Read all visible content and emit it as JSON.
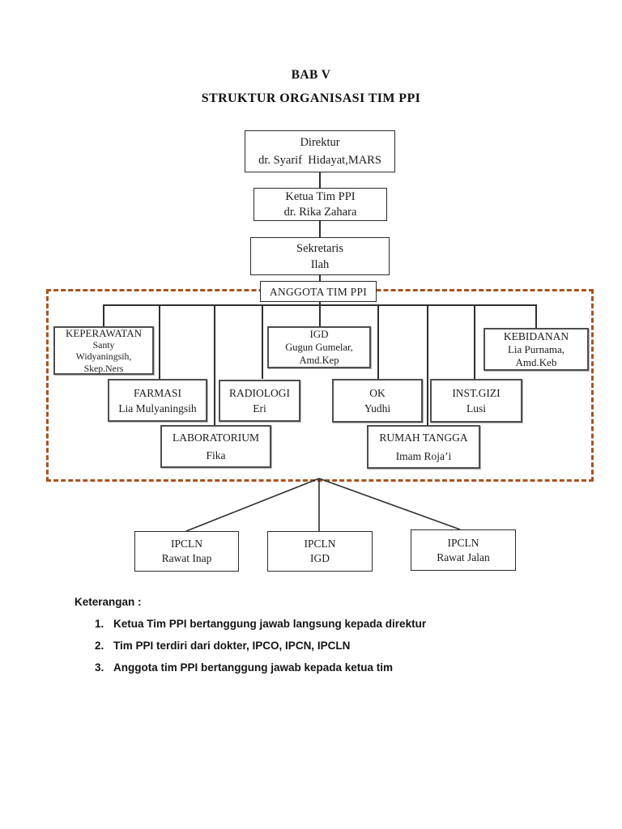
{
  "page": {
    "title_line1": "BAB V",
    "title_line2": "STRUKTUR ORGANISASI TIM PPI"
  },
  "org": {
    "direktur": {
      "title": "Direktur",
      "name": "dr. Syarif  Hidayat,MARS"
    },
    "ketua": {
      "title": "Ketua Tim PPI",
      "name": "dr. Rika Zahara"
    },
    "sekretaris": {
      "title": "Sekretaris",
      "name": "Ilah"
    },
    "anggota": {
      "label": "ANGGOTA TIM PPI"
    },
    "departments": {
      "keperawatan": {
        "title": "KEPERAWATAN",
        "line1": "Santy",
        "line2": "Widyaningsih,",
        "line3": "Skep.Ners"
      },
      "igd": {
        "title": "IGD",
        "line1": "Gugun Gumelar,",
        "line2": "Amd.Kep"
      },
      "kebidanan": {
        "title": "KEBIDANAN",
        "line1": "Lia Purnama,",
        "line2": "Amd.Keb"
      },
      "farmasi": {
        "title": "FARMASI",
        "name": "Lia Mulyaningsih"
      },
      "radiologi": {
        "title": "RADIOLOGI",
        "name": "Eri"
      },
      "ok": {
        "title": "OK",
        "name": "Yudhi"
      },
      "inst_gizi": {
        "title": "INST.GIZI",
        "name": "Lusi"
      },
      "laboratorium": {
        "title": "LABORATORIUM",
        "name": "Fika"
      },
      "rumah_tangga": {
        "title": "RUMAH TANGGA",
        "name": "Imam Roja’i"
      }
    },
    "ipcln": [
      {
        "title": "IPCLN",
        "name": "Rawat Inap"
      },
      {
        "title": "IPCLN",
        "name": "IGD"
      },
      {
        "title": "IPCLN",
        "name": "Rawat Jalan"
      }
    ]
  },
  "keterangan": {
    "heading": "Keterangan :",
    "items": [
      {
        "num": "1.",
        "text": "Ketua Tim PPI bertanggung jawab langsung kepada direktur"
      },
      {
        "num": "2.",
        "text": "Tim PPI terdiri dari dokter, IPCO, IPCN, IPCLN"
      },
      {
        "num": "3.",
        "text": "Anggota tim PPI bertanggung jawab kepada ketua tim"
      }
    ]
  },
  "colors": {
    "dashed_border": "#a9531f",
    "line": "#2f2f2f"
  }
}
